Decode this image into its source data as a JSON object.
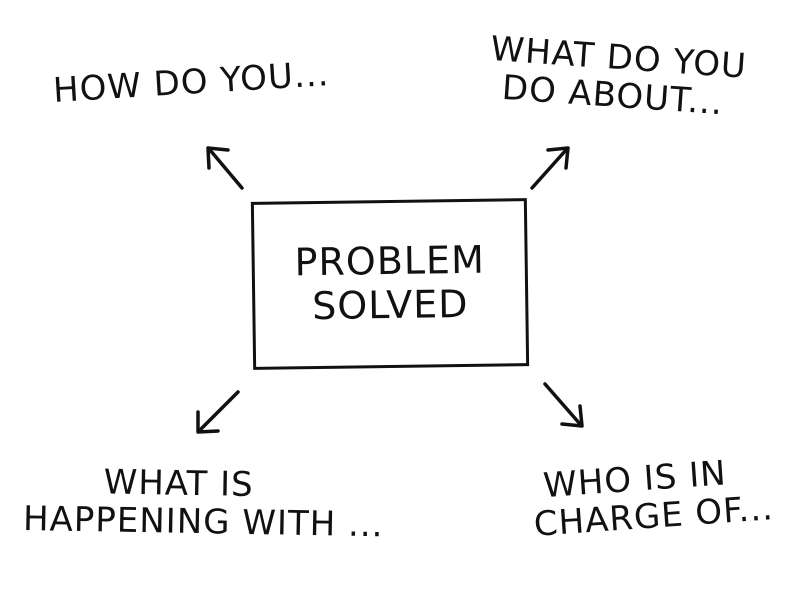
{
  "center": {
    "line1": "PROBLEM",
    "line2": "SOLVED"
  },
  "branches": {
    "top_left": {
      "line1": "HOW DO YOU..."
    },
    "top_right": {
      "line1": "WHAT DO YOU",
      "line2": "DO ABOUT..."
    },
    "bottom_left": {
      "line1": "WHAT IS",
      "line2": "HAPPENING WITH ..."
    },
    "bottom_right": {
      "line1": "WHO IS IN",
      "line2": "CHARGE OF..."
    }
  },
  "colors": {
    "ink": "#111111",
    "background": "#ffffff"
  }
}
